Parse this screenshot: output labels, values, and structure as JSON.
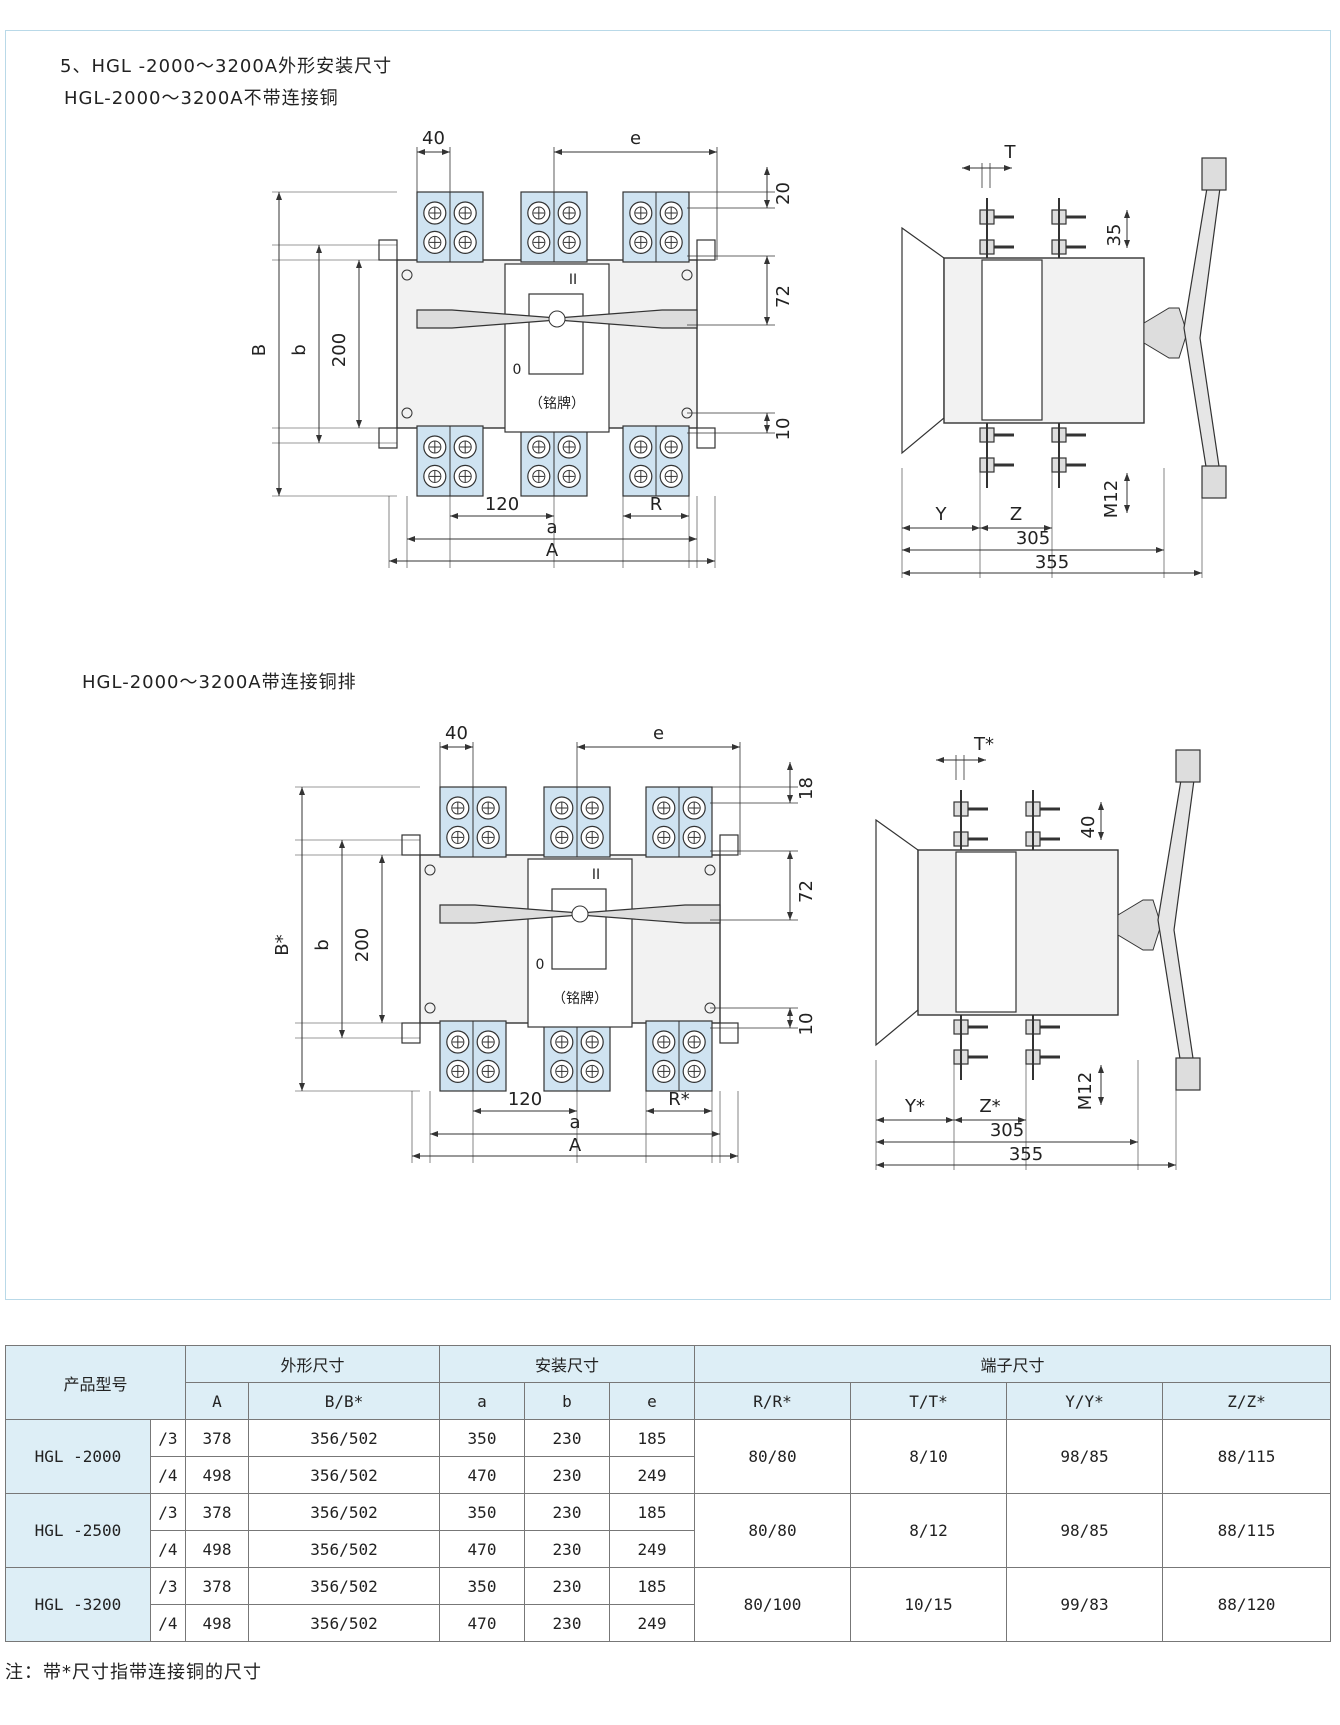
{
  "section_title": "5、HGL -2000～3200A外形安装尺寸",
  "diagram1": {
    "title": "HGL-2000～3200A不带连接铜",
    "front_labels": {
      "w40": "40",
      "e": "e",
      "d20": "20",
      "d72": "72",
      "d10": "10",
      "B": "B",
      "b": "b",
      "h200": "200",
      "w120": "120",
      "R": "R",
      "a": "a",
      "A": "A",
      "pos2": "II",
      "pos0": "0",
      "plate": "（铭牌）"
    },
    "side_labels": {
      "T": "T",
      "d35": "35",
      "Y": "Y",
      "Z": "Z",
      "M12": "M12",
      "d305": "305",
      "d355": "355"
    }
  },
  "diagram2": {
    "title": "HGL-2000～3200A带连接铜排",
    "front_labels": {
      "w40": "40",
      "e": "e",
      "d18": "18",
      "d72": "72",
      "d10": "10",
      "B": "B*",
      "b": "b",
      "h200": "200",
      "w120": "120",
      "R": "R*",
      "a": "a",
      "A": "A",
      "pos2": "II",
      "pos0": "0",
      "plate": "（铭牌）"
    },
    "side_labels": {
      "T": "T*",
      "d40": "40",
      "Y": "Y*",
      "Z": "Z*",
      "M12": "M12",
      "d305": "305",
      "d355": "355"
    }
  },
  "table": {
    "headers": {
      "model": "产品型号",
      "outer": "外形尺寸",
      "mount": "安装尺寸",
      "terminal": "端子尺寸"
    },
    "subheaders": [
      "A",
      "B/B*",
      "a",
      "b",
      "e",
      "R/R*",
      "T/T*",
      "Y/Y*",
      "Z/Z*"
    ],
    "groups": [
      {
        "model": "HGL -2000",
        "rows": [
          [
            "/3",
            "378",
            "356/502",
            "350",
            "230",
            "185"
          ],
          [
            "/4",
            "498",
            "356/502",
            "470",
            "230",
            "249"
          ]
        ],
        "terminal": [
          "80/80",
          "8/10",
          "98/85",
          "88/115"
        ]
      },
      {
        "model": "HGL -2500",
        "rows": [
          [
            "/3",
            "378",
            "356/502",
            "350",
            "230",
            "185"
          ],
          [
            "/4",
            "498",
            "356/502",
            "470",
            "230",
            "249"
          ]
        ],
        "terminal": [
          "80/80",
          "8/12",
          "98/85",
          "88/115"
        ]
      },
      {
        "model": "HGL -3200",
        "rows": [
          [
            "/3",
            "378",
            "356/502",
            "350",
            "230",
            "185"
          ],
          [
            "/4",
            "498",
            "356/502",
            "470",
            "230",
            "249"
          ]
        ],
        "terminal": [
          "80/100",
          "10/15",
          "99/83",
          "88/120"
        ]
      }
    ]
  },
  "note": "注：带*尺寸指带连接铜的尺寸"
}
